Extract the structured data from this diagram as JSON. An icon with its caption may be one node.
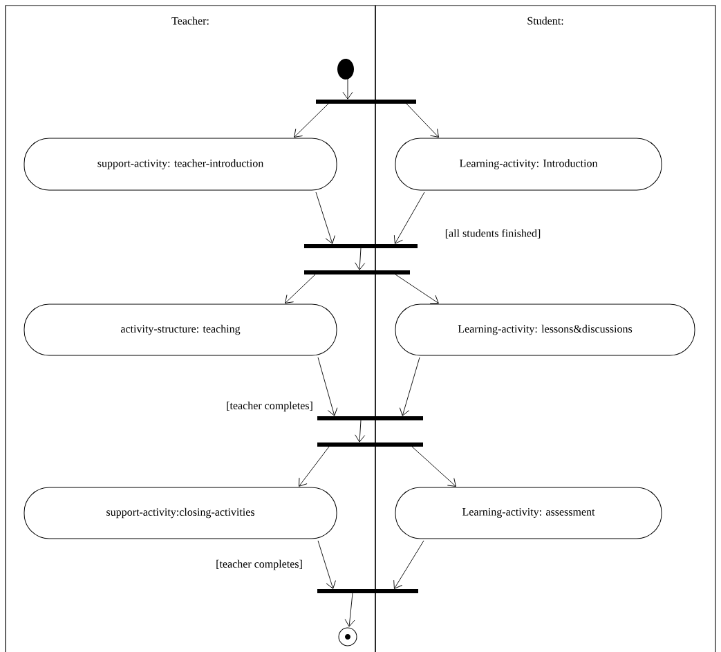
{
  "diagram": {
    "nodes": [
      {
        "text": [
          "Teacher:"
        ]
      },
      {
        "text": [
          "Student:"
        ]
      },
      {
        "text": [],
        "shape": "circle",
        "in": 0
      },
      {
        "text": [],
        "shape": "bar"
      },
      {
        "text": [
          "support-activity: teacher-introduction"
        ],
        "in": 0
      },
      {
        "text": [
          "Learning-activity: Introduction"
        ],
        "in": 1
      },
      {
        "text": [],
        "shape": "bar"
      },
      {
        "text": [],
        "shape": "bar"
      },
      {
        "text": [
          "activity-structure: teaching"
        ],
        "in": 0
      },
      {
        "text": [
          "Learning-activity: lessons&discussions"
        ],
        "in": 1
      },
      {
        "text": [],
        "shape": "bar"
      },
      {
        "text": [],
        "shape": "bar"
      },
      {
        "text": [
          "support-activity:closing-activities"
        ],
        "in": 0
      },
      {
        "text": [
          "Learning-activity: assessment"
        ],
        "in": 1
      },
      {
        "text": [],
        "shape": "bar"
      },
      {
        "text": [],
        "shape": "circle",
        "in": 0
      }
    ],
    "edges": [
      {
        "from": 2,
        "to": 3,
        "arrow": "to"
      },
      {
        "from": 3,
        "to": 4,
        "arrow": "to"
      },
      {
        "from": 3,
        "to": 5,
        "arrow": "to"
      },
      {
        "from": 4,
        "to": 6,
        "arrow": "to"
      },
      {
        "from": 5,
        "to": 6,
        "arrow": "to",
        "label": "[all students finished]"
      },
      {
        "from": 6,
        "to": 7,
        "arrow": "to"
      },
      {
        "from": 7,
        "to": 8,
        "arrow": "to"
      },
      {
        "from": 7,
        "to": 9,
        "arrow": "to"
      },
      {
        "from": 8,
        "to": 10,
        "arrow": "to",
        "label": "[teacher completes]"
      },
      {
        "from": 9,
        "to": 10,
        "arrow": "to"
      },
      {
        "from": 10,
        "to": 11,
        "arrow": "to"
      },
      {
        "from": 11,
        "to": 12,
        "arrow": "to"
      },
      {
        "from": 11,
        "to": 13,
        "arrow": "to"
      },
      {
        "from": 12,
        "to": 14,
        "arrow": "to",
        "label": "[teacher completes]"
      },
      {
        "from": 13,
        "to": 14,
        "arrow": "to"
      },
      {
        "from": 14,
        "to": 15,
        "arrow": "to"
      }
    ]
  }
}
